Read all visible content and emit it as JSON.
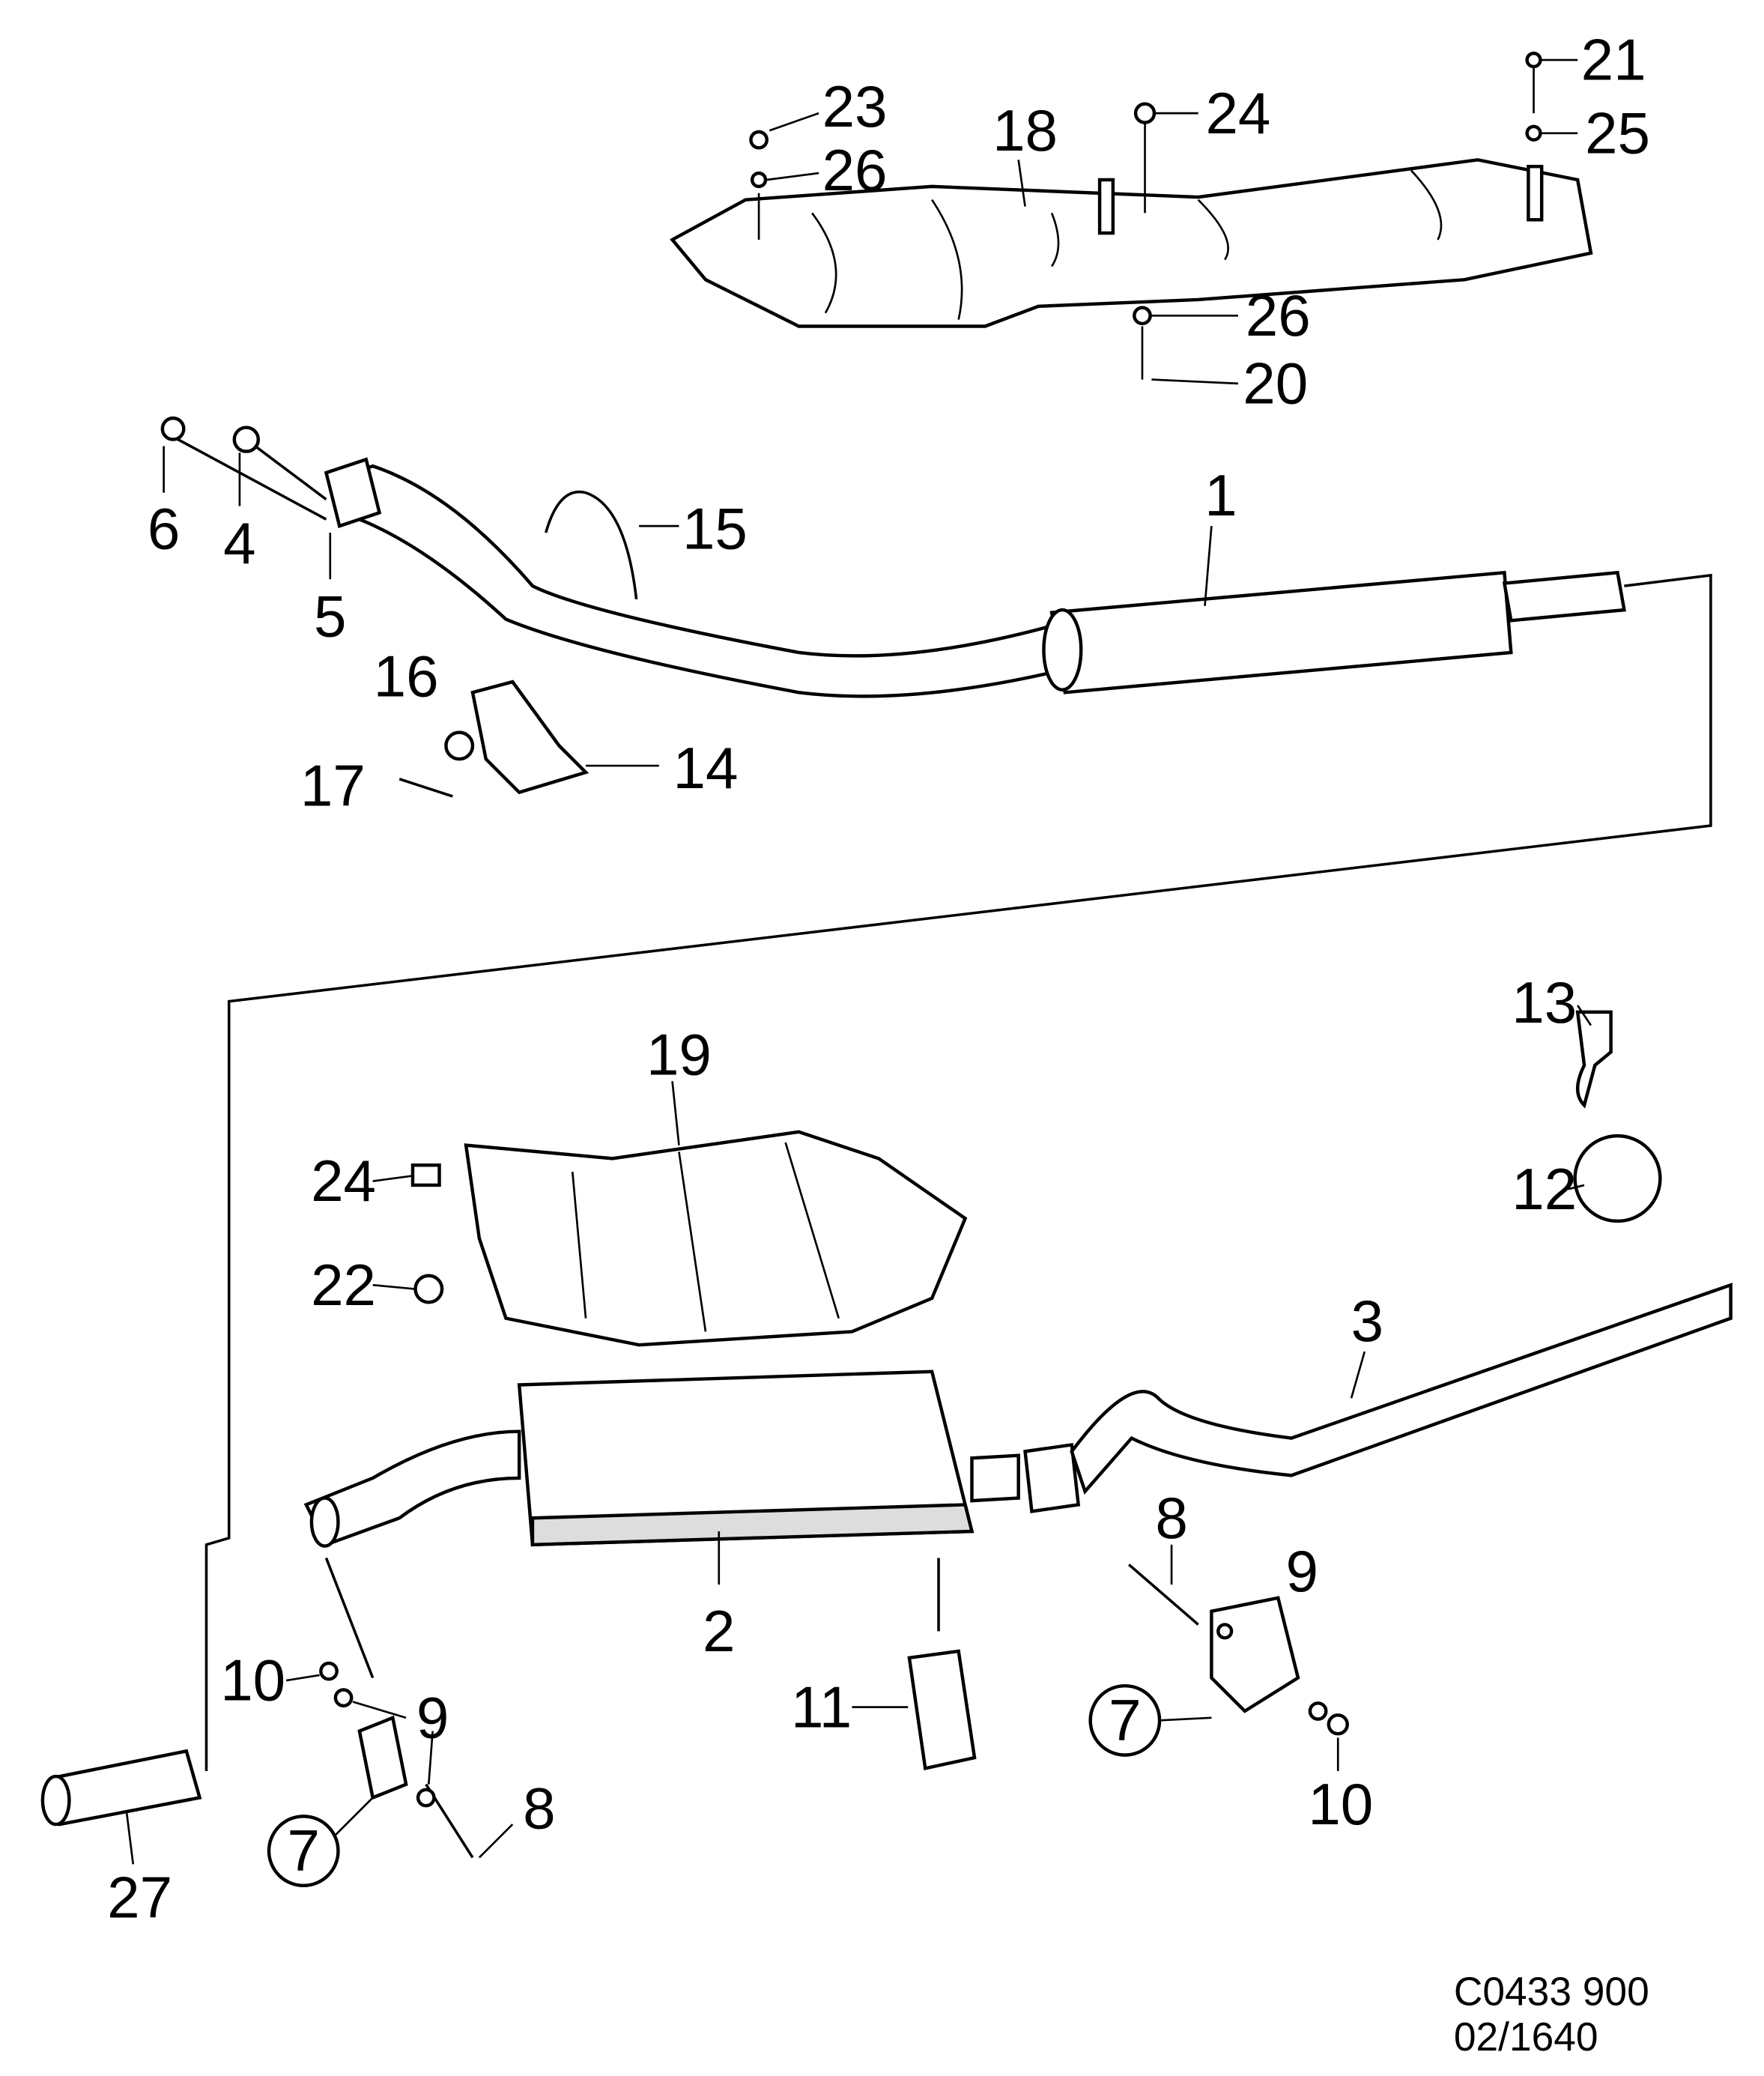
{
  "diagram": {
    "callouts": [
      "1",
      "2",
      "3",
      "4",
      "5",
      "6",
      "7",
      "8",
      "9",
      "10",
      "11",
      "12",
      "13",
      "14",
      "15",
      "16",
      "17",
      "18",
      "19",
      "20",
      "21",
      "22",
      "23",
      "24",
      "25",
      "26",
      "27"
    ],
    "circled_callout": "7",
    "drawing_code": "C0433 900",
    "drawing_ref": "02/1640"
  }
}
